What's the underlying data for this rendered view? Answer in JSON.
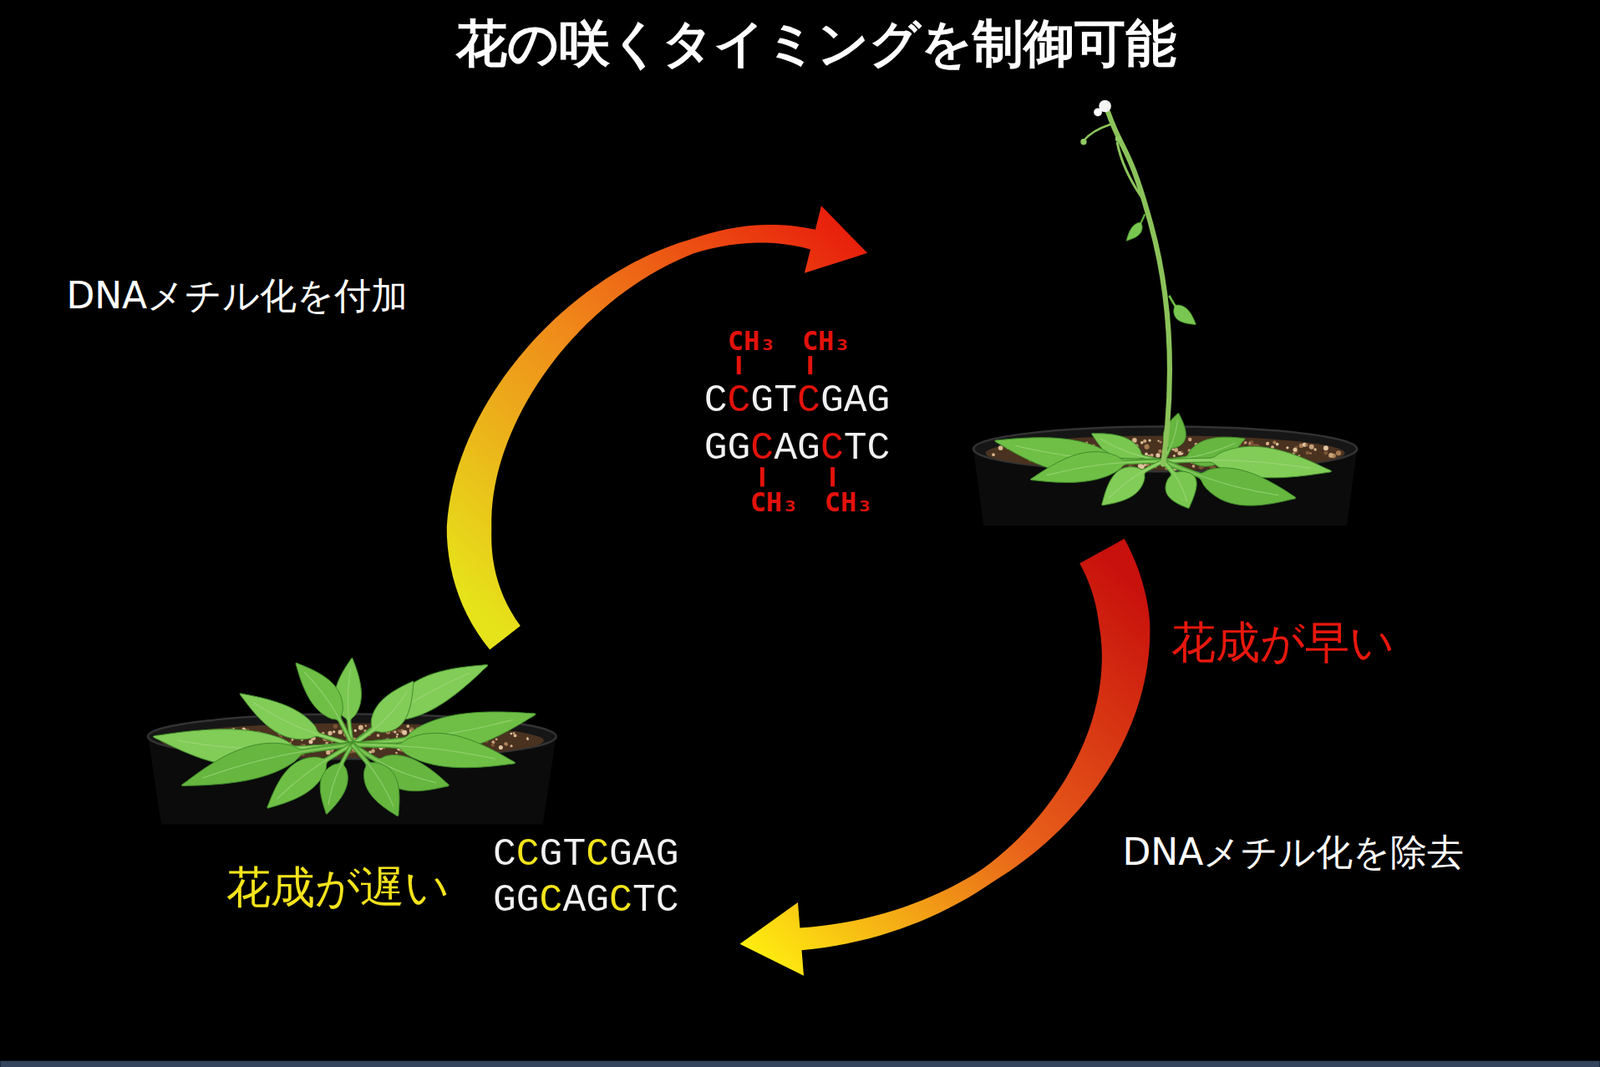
{
  "diagram": {
    "title": "花の咲くタイミングを制御可能",
    "nodes": [
      {
        "text": [
          "花成が早い"
        ]
      },
      {
        "text": [
          "花成が遅い"
        ]
      }
    ],
    "edges": [
      {
        "from": 1,
        "to": 0,
        "arrow": "to",
        "label": "DNAメチル化を付加"
      },
      {
        "from": 0,
        "to": 1,
        "arrow": "to",
        "label": "DNAメチル化を除去"
      }
    ],
    "labels": [
      "CH₃",
      "CH₃",
      "CCGTCGAG",
      "GGCAGCTC",
      "CH₃",
      "CH₃",
      "CCGTCGAG",
      "GGCAGCTC"
    ]
  }
}
